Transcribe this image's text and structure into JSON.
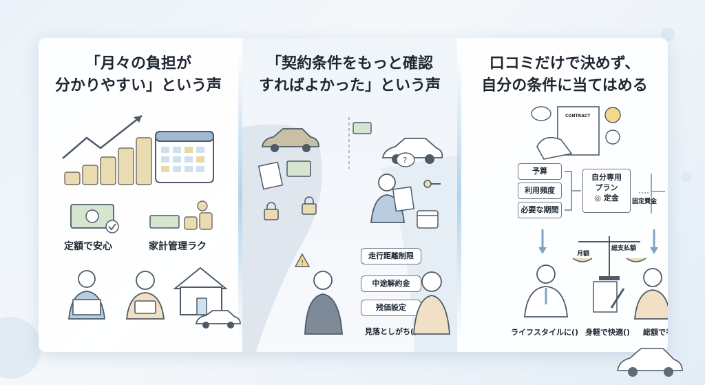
{
  "panels": [
    {
      "title_line1": "「月々の負担が",
      "title_line2": "分かりやすい」という声",
      "labels": [
        "定額で安心",
        "家計管理ラク"
      ]
    },
    {
      "title_line1": "「契約条件をもっと確認",
      "title_line2": "すればよかった」という声",
      "warnings": [
        "走行距離制限",
        "中途解約金",
        "残価設定"
      ],
      "footer": "見落としがち()"
    },
    {
      "title_line1": "口コミだけで決めず、",
      "title_line2": "自分の条件に当てはめる",
      "conditions": [
        "予算",
        "利用頻度",
        "必要な期間"
      ],
      "plan_line1": "自分専用",
      "plan_line2": "プラン",
      "plan_fee": "定金",
      "fixed_cost": "固定費金",
      "monthly": "月額",
      "total": "総支払額",
      "contract": "CONTRACT",
      "bottom_labels": [
        "ライフスタイルに()",
        "身軽で快適()",
        "総額で考える"
      ]
    }
  ],
  "colors": {
    "accent": "#7fa3c4",
    "coin": "#e6d6a8",
    "cal": "#cfe0ef"
  }
}
